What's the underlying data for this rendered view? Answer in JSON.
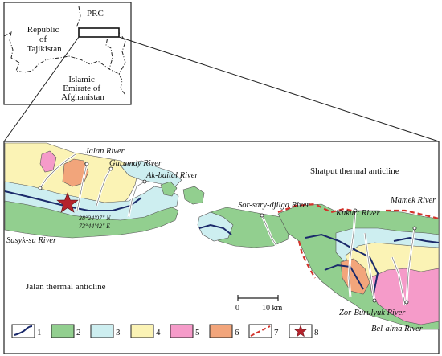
{
  "inset": {
    "labels": {
      "tajikistan": [
        "Republic",
        "of",
        "Tajikistan"
      ],
      "prc": "PRC",
      "afghanistan": [
        "Islamic",
        "Emirate of",
        "Afghanistan"
      ]
    }
  },
  "main_map": {
    "regions": {
      "shatput": "Shatput thermal anticline",
      "jalan": "Jalan thermal anticline"
    },
    "rivers": {
      "jalan": "Jalan River",
      "gurumdy": "Gurumdy River",
      "akbaital": "Ak-baital River",
      "sorsary": "Sor-sary-djilga River",
      "kukurt": "Kukurt River",
      "mamek": "Mamek River",
      "sasyksu": "Sasyk-su River",
      "zorburulyuk": "Zor-Burulyuk River",
      "belalma": "Bel-alma River"
    },
    "coordinates": {
      "lat": "38°24′07″ N",
      "lon": "73°44′42″ E"
    },
    "scale": {
      "start": "0",
      "end": "10 km"
    }
  },
  "legend": {
    "items": [
      {
        "number": "1",
        "kind": "line",
        "color": "#1b2a6b"
      },
      {
        "number": "2",
        "kind": "fill",
        "color": "#92cf8f"
      },
      {
        "number": "3",
        "kind": "fill",
        "color": "#cdeef0"
      },
      {
        "number": "4",
        "kind": "fill",
        "color": "#fbf3b5"
      },
      {
        "number": "5",
        "kind": "fill",
        "color": "#f59bc9"
      },
      {
        "number": "6",
        "kind": "fill",
        "color": "#f2a57b"
      },
      {
        "number": "7",
        "kind": "dashed-line",
        "color": "#d2332b"
      },
      {
        "number": "8",
        "kind": "star",
        "color": "#b5232c"
      }
    ]
  },
  "colors": {
    "green": "#92cf8f",
    "blue": "#cdeef0",
    "yellow": "#fbf3b5",
    "pink": "#f59bc9",
    "orange": "#f2a57b",
    "navy": "#1b2a6b",
    "red": "#d2332b"
  }
}
